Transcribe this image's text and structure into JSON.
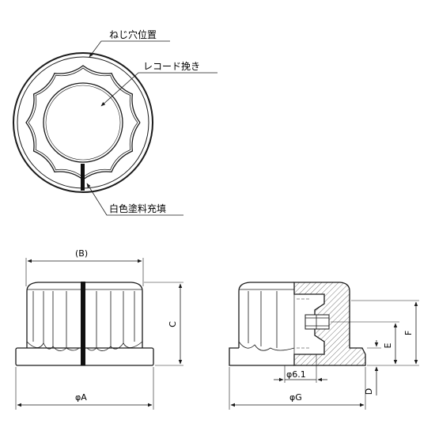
{
  "top_view": {
    "callouts": {
      "screw_hole": "ねじ穴位置",
      "record_groove": "レコード挽き",
      "white_fill": "白色塗料充填"
    }
  },
  "front_view": {
    "dim_b": "(B)",
    "dim_c": "C",
    "dim_a": "φA"
  },
  "section_view": {
    "dim_bore": "φ6.1",
    "dim_g": "φG",
    "dim_d": "D",
    "dim_e": "E",
    "dim_f": "F"
  },
  "colors": {
    "line": "#1a1a1a",
    "paper": "#ffffff",
    "hatch": "#555555"
  }
}
